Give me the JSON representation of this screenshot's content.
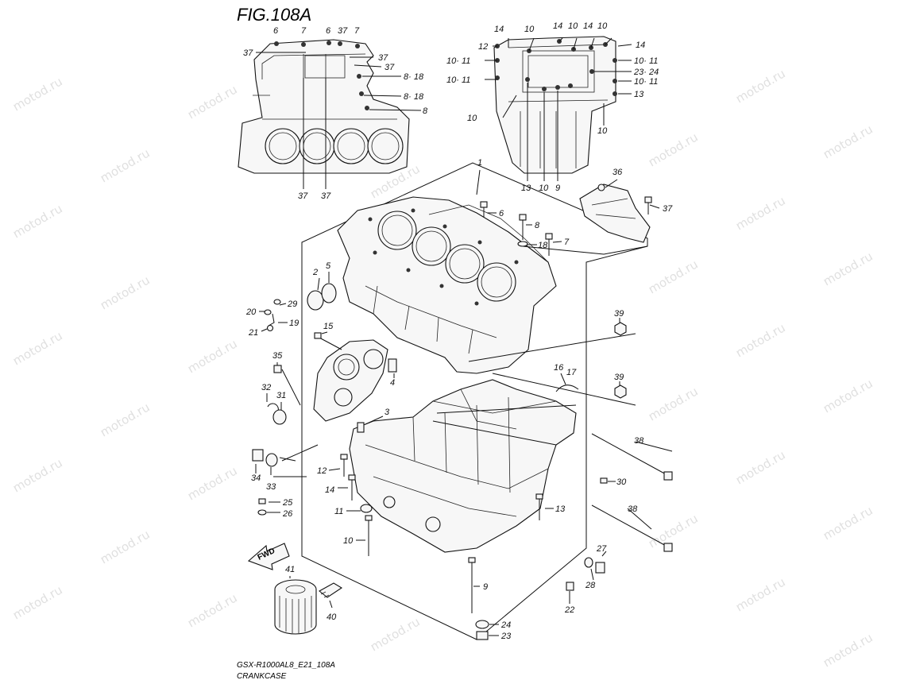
{
  "figure": {
    "title": "FIG.108A",
    "caption_line1": "GSX-R1000AL8_E21_108A",
    "caption_line2": "CRANKCASE",
    "watermark": "motod.ru",
    "fwd_label": "FWD"
  },
  "callouts": [
    "6",
    "7",
    "6",
    "37",
    "7",
    "37",
    "37",
    "37",
    "8· 18",
    "8· 18",
    "8",
    "37",
    "37",
    "12",
    "14",
    "10",
    "14",
    "10",
    "14",
    "10",
    "14",
    "10· 11",
    "10· 11",
    "10· 11",
    "10· 11",
    "23· 24",
    "13",
    "10",
    "10",
    "13",
    "10",
    "9",
    "1",
    "36",
    "37",
    "6",
    "8",
    "18",
    "7",
    "2",
    "5",
    "20",
    "29",
    "21",
    "19",
    "15",
    "35",
    "4",
    "32",
    "31",
    "3",
    "39",
    "16",
    "17",
    "39",
    "38",
    "34",
    "33",
    "12",
    "30",
    "14",
    "25",
    "26",
    "11",
    "13",
    "38",
    "10",
    "27",
    "28",
    "9",
    "22",
    "41",
    "40",
    "24",
    "23"
  ]
}
